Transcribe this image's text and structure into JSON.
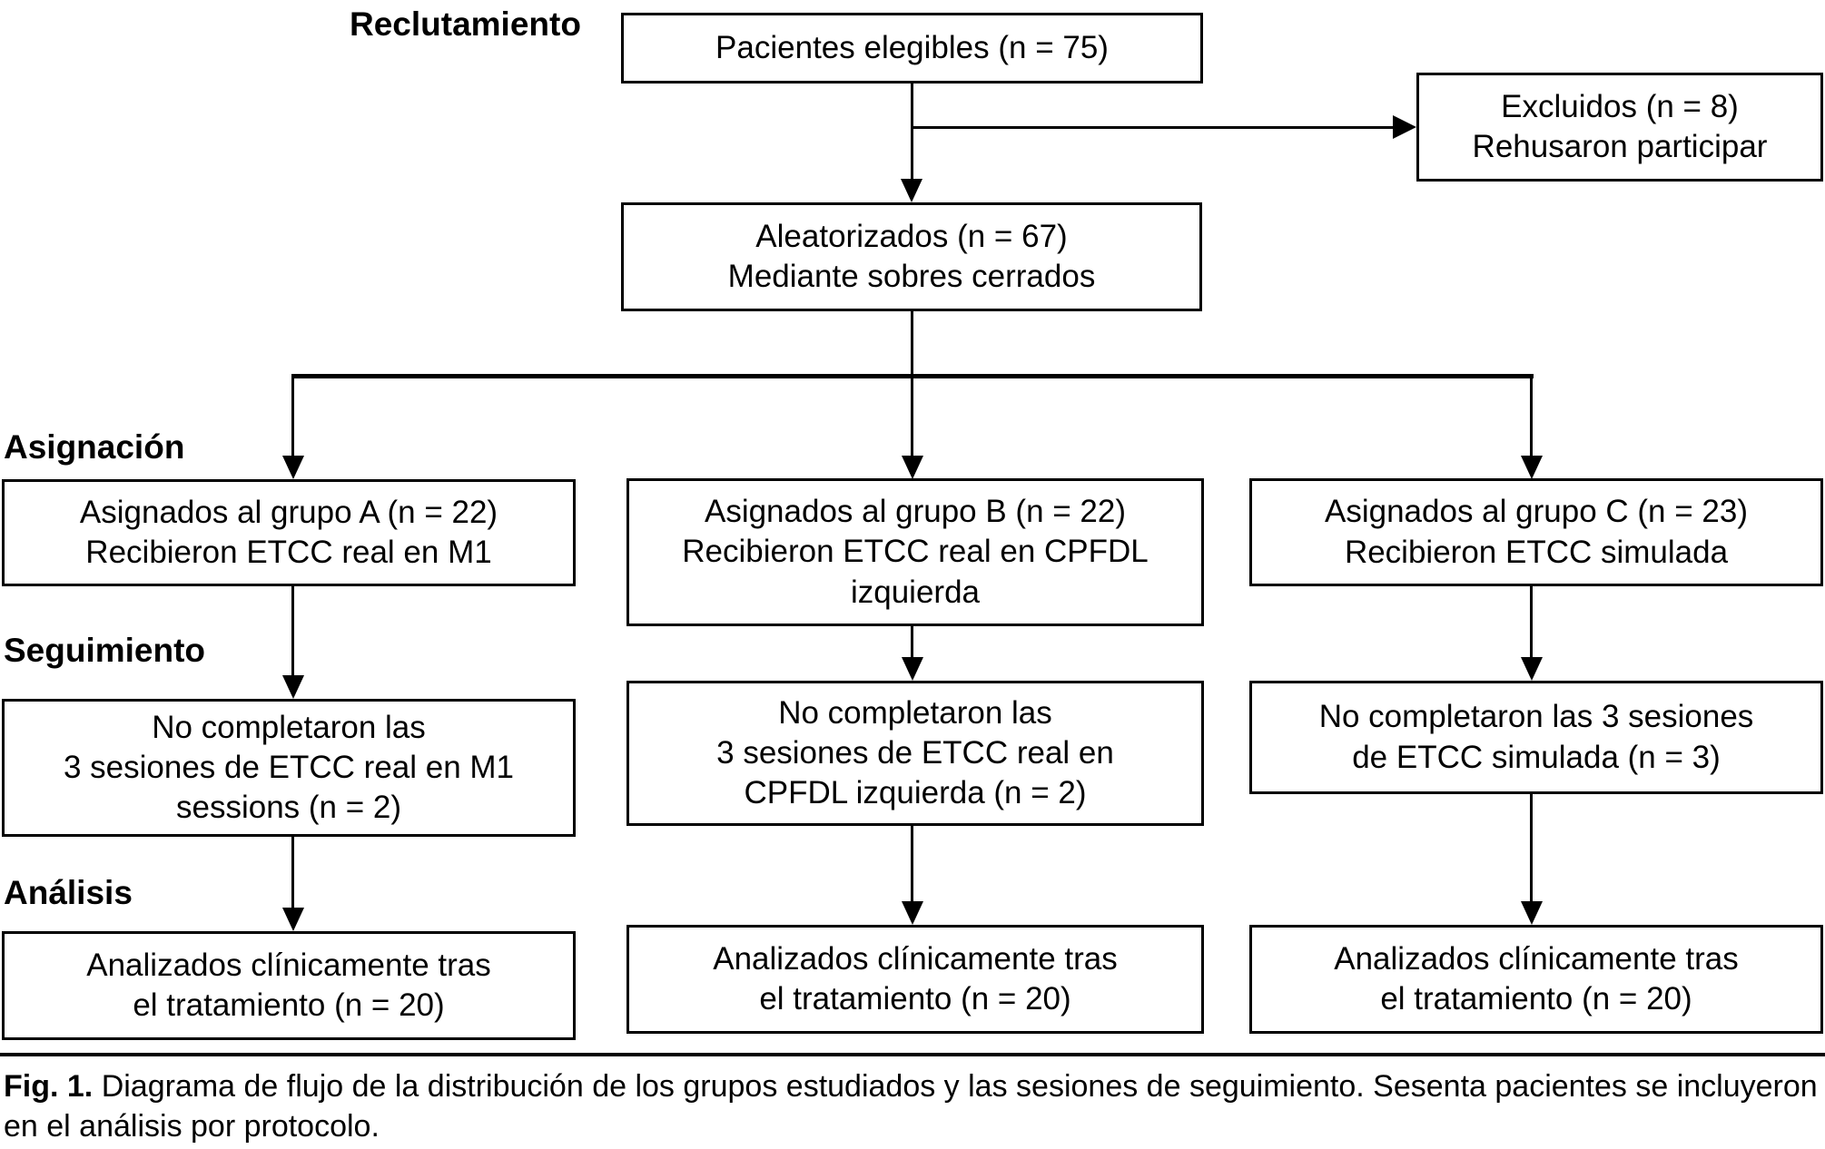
{
  "figure": {
    "stage_labels": {
      "recruitment": "Reclutamiento",
      "allocation": "Asignación",
      "followup": "Seguimiento",
      "analysis": "Análisis"
    },
    "boxes": {
      "eligible": {
        "lines": [
          "Pacientes elegibles (n = 75)"
        ]
      },
      "excluded": {
        "lines": [
          "Excluidos (n = 8)",
          "Rehusaron participar"
        ]
      },
      "randomized": {
        "lines": [
          "Aleatorizados (n = 67)",
          "Mediante sobres cerrados"
        ]
      },
      "alloc_a": {
        "lines": [
          "Asignados al grupo A (n = 22)",
          "Recibieron ETCC real en M1"
        ]
      },
      "alloc_b": {
        "lines": [
          "Asignados al grupo B (n = 22)",
          "Recibieron ETCC real en CPFDL",
          "izquierda"
        ]
      },
      "alloc_c": {
        "lines": [
          "Asignados al grupo C (n = 23)",
          "Recibieron ETCC simulada"
        ]
      },
      "followup_a": {
        "lines": [
          "No completaron las",
          "3 sesiones de ETCC real en M1",
          "sessions (n = 2)"
        ]
      },
      "followup_b": {
        "lines": [
          "No completaron las",
          "3 sesiones de ETCC real en",
          "CPFDL izquierda (n = 2)"
        ]
      },
      "followup_c": {
        "lines": [
          "No completaron las 3 sesiones",
          "de ETCC simulada (n = 3)"
        ]
      },
      "analysis_a": {
        "lines": [
          "Analizados clínicamente tras",
          "el tratamiento (n = 20)"
        ]
      },
      "analysis_b": {
        "lines": [
          "Analizados clínicamente tras",
          "el tratamiento (n = 20)"
        ]
      },
      "analysis_c": {
        "lines": [
          "Analizados clínicamente tras",
          "el tratamiento (n = 20)"
        ]
      }
    },
    "caption": {
      "label": "Fig. 1.",
      "text": "Diagrama de flujo de la distribución de los grupos estudiados y las sesiones de seguimiento. Sesenta pacientes se incluyeron en el análisis por protocolo."
    },
    "colors": {
      "line": "#000000",
      "box_border": "#000000",
      "box_fill": "#ffffff",
      "background": "#ffffff",
      "text": "#000000"
    }
  }
}
